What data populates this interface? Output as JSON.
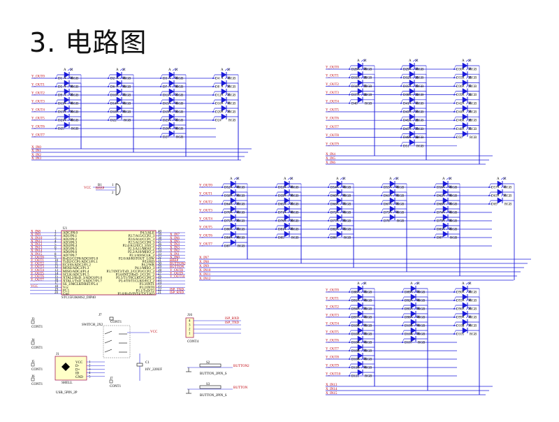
{
  "title": "3. 电路图",
  "diode_grid_1": {
    "rows": [
      "Y_OUT0",
      "Y_OUT1",
      "Y_OUT2",
      "Y_OUT3",
      "Y_OUT4",
      "Y_OUT5",
      "Y_OUT6",
      "Y_OUT7"
    ],
    "row_diodes": [
      [
        "D1",
        "D2",
        "D3",
        "D4"
      ],
      [
        "D5",
        "D6",
        "D7",
        "D8"
      ],
      [
        "D9",
        "D10",
        "D11",
        "D12"
      ],
      [
        "D13",
        "D14",
        "D15",
        "D16"
      ],
      [
        "D17",
        "D18",
        "D19",
        "D20"
      ],
      [
        "D21",
        "D22",
        "D23",
        "D24"
      ],
      [
        "D25",
        "",
        "D26",
        ""
      ],
      [
        "",
        "",
        "D27",
        ""
      ]
    ],
    "buses": [
      "X_IN0",
      "X_IN1",
      "X_IN2",
      "X_IN3"
    ]
  },
  "diode_grid_2": {
    "rows": [
      "Y_OUT0",
      "Y_OUT1",
      "Y_OUT2",
      "Y_OUT3",
      "Y_OUT4",
      "Y_OUT5",
      "Y_OUT6",
      "Y_OUT7",
      "Y_OUT8",
      "Y_OUT9"
    ],
    "row_diodes": [
      [
        "D28",
        "D29",
        "D30"
      ],
      [
        "D31",
        "D32",
        "D33"
      ],
      [
        "D34",
        "D35",
        "D36"
      ],
      [
        "D37",
        "D38",
        "D39"
      ],
      [
        "D40",
        "D41",
        "D42"
      ],
      [
        "",
        "D43",
        "D44"
      ],
      [
        "",
        "D45",
        "D46"
      ],
      [
        "",
        "D47",
        "D48"
      ],
      [
        "",
        "D49",
        "D50"
      ],
      [
        "",
        "D51",
        ""
      ]
    ],
    "buses": [
      "X_IN4",
      "X_IN5",
      "X_IN6"
    ]
  },
  "diode_grid_3": {
    "rows": [
      "Y_OUT0",
      "Y_OUT1",
      "Y_OUT2",
      "Y_OUT3",
      "Y_OUT4",
      "Y_OUT5",
      "Y_OUT6",
      "Y_OUT7"
    ],
    "row_diodes": [
      [
        "D52",
        "D53",
        "D54",
        "D55",
        "D56",
        "D57"
      ],
      [
        "D58",
        "D59",
        "D60",
        "D61",
        "D62",
        "D63"
      ],
      [
        "D64",
        "D65",
        "D66",
        "D67",
        "D68",
        "D69"
      ],
      [
        "D70",
        "D71",
        "D72",
        "D73",
        "D74",
        ""
      ],
      [
        "D75",
        "D76",
        "D77",
        "D78",
        "D79",
        ""
      ],
      [
        "D80",
        "D81",
        "D82",
        "",
        "D83",
        ""
      ],
      [
        "D84",
        "D85",
        "D86",
        "",
        "D87",
        ""
      ],
      [
        "D87",
        "",
        "",
        "",
        "",
        ""
      ]
    ],
    "buses": [
      "X_IN7",
      "X_IN8",
      "X_IN9",
      "X_IN10",
      "X_IN11",
      "X_IN12"
    ]
  },
  "diode_grid_4": {
    "rows": [
      "Y_OUT0",
      "Y_OUT1",
      "Y_OUT2",
      "Y_OUT3",
      "Y_OUT4",
      "Y_OUT5",
      "Y_OUT6",
      "Y_OUT7",
      "Y_OUT8",
      "Y_OUT9",
      "Y_OUT10"
    ],
    "row_diodes": [
      [
        "D88",
        "D89",
        "D90"
      ],
      [
        "D91",
        "D92",
        "D93"
      ],
      [
        "D94",
        "D95",
        "D96"
      ],
      [
        "D97",
        "D98",
        "D99"
      ],
      [
        "D100",
        "D101",
        "D102"
      ],
      [
        "D103",
        "D104",
        "D105"
      ],
      [
        "D106",
        "D107",
        ""
      ],
      [
        "D108",
        "",
        ""
      ],
      [
        "D109",
        "",
        ""
      ],
      [
        "D110",
        "",
        ""
      ],
      [
        "D111",
        "",
        ""
      ]
    ],
    "buses": [
      "X_IN13",
      "X_IN14",
      "X_IN15"
    ]
  },
  "diode_pin_a": "A",
  "diode_pin_k": "K",
  "diode_value": "RGB",
  "mcu": {
    "ref": "U1",
    "part": "STC15F2K60S2_DIP40",
    "left_pins": [
      "ADC/P0.0",
      "AD1/P0.1",
      "AD2/P0.2",
      "AD3/P0.3",
      "AD4/P0.4",
      "AD5/P0.5",
      "AD6/P0.6",
      "AD7/P0.7",
      "RxD2/CCP0/ADC0/P1.0",
      "TxD2/CCP1/ADC1/P1.1",
      "ECI/SS/ADC2/P1.2",
      "MOSI/ADC3/P1.3",
      "MISO/ADC4/P1.4",
      "SCLK/ADC5/P1.5",
      "XTAL2/RxD_3/ADC6/P1.6",
      "XTAL1/TxD_3/ADC7/P1.7",
      "SS_3/MCLK0/RST/P5.4",
      "Vcc",
      "P5.5",
      "Gnd"
    ],
    "left_nums": [
      "1",
      "2",
      "3",
      "4",
      "5",
      "6",
      "7",
      "8",
      "9",
      "10",
      "11",
      "12",
      "13",
      "14",
      "15",
      "16",
      "17",
      "18",
      "19",
      "20"
    ],
    "left_nets": [
      "X_IN8",
      "X_IN9",
      "X_IN10",
      "X_IN11",
      "X_IN12",
      "X_IN13",
      "X_IN14",
      "X_IN15",
      "Y_OUT0",
      "Y_OUT1",
      "Y_OUT2",
      "Y_OUT3",
      "Y_OUT4",
      "Y_OUT5",
      "Y_OUT6",
      "Y_OUT7",
      "",
      "VCC",
      "",
      ""
    ],
    "right_pins": [
      "P4.5/ALE",
      "P2.7/A15/CCP2_3",
      "P2.6/A14/CCP1_3",
      "P2.5/A13/CCP0_3",
      "P2.4/A12/ECI_3/SS_2",
      "P2.3/A11/MOSI_2",
      "P2.2/A10/MISO_2",
      "P2.1/A9/SCLK_2",
      "P2.0/A8/RSTOUT_LOW",
      "P4.4/RD",
      "P4.2/WR",
      "P4.1/MISO_3",
      "P3.7/INT3/TxD_2/CCP3/CCP2_2",
      "P3.6/INT2/RxD_2/CCP1_2",
      "P3.5/T1/T0CLKO/CCP0_2",
      "P3.4/T0/T1CLKO/ECI_2",
      "P3.3/INT1",
      "P3.2/INT0",
      "P3.1/TxD/T2",
      "P3.0/RxD/INT4/T2CLKO"
    ],
    "right_nums": [
      "40",
      "39",
      "38",
      "37",
      "36",
      "35",
      "34",
      "33",
      "32",
      "31",
      "30",
      "29",
      "28",
      "27",
      "26",
      "25",
      "24",
      "23",
      "22",
      "21"
    ],
    "right_nets": [
      "",
      "X_IN7",
      "X_IN6",
      "X_IN5",
      "X_IN4",
      "X_IN3",
      "X_IN2",
      "X_IN1",
      "X_IN0",
      "BEEP",
      "BUTTON2",
      "BUTTON",
      "Y_OUT8",
      "Y_OUT9",
      "Y_OUT10",
      "",
      "",
      "",
      "ISP_TXD",
      "ISP_RXD"
    ]
  },
  "vcc_label": "VCC",
  "beeper": {
    "ref": "B1",
    "net": "BEEP",
    "pin1": "1",
    "pin2": "2"
  },
  "switch": {
    "ref": "SWITCH_2X2",
    "j": "J7",
    "cont": "CONT1",
    "pins": [
      "1",
      "2",
      "3",
      "4",
      "5",
      "6"
    ]
  },
  "capacitor": {
    "ref": "C1",
    "value": "16V_220UF"
  },
  "usb": {
    "ref": "J1",
    "part": "USB_5PIN_2P",
    "pins": [
      "VCC",
      "D-",
      "D+",
      "ID",
      "GND"
    ],
    "nums": [
      "1",
      "2",
      "3",
      "4",
      "5"
    ],
    "shell": "SHELL"
  },
  "isp_header": {
    "ref": "J16",
    "part": "CONT4",
    "pins": [
      "4",
      "3",
      "2",
      "1"
    ],
    "nets": [
      "ISP_RXD",
      "ISP_TXD"
    ]
  },
  "buttons": [
    {
      "ref": "S2",
      "part": "BUTTON_2PIN_S",
      "net": "BUTTON2"
    },
    {
      "ref": "S3",
      "part": "BUTTON_2PIN_S",
      "net": "BUTTON"
    }
  ],
  "conts": [
    {
      "ref": "J3",
      "label": "CONT1"
    },
    {
      "ref": "J4",
      "label": "CONT1"
    },
    {
      "ref": "J5",
      "label": "CONT1"
    },
    {
      "ref": "J6",
      "label": "CONT1"
    },
    {
      "ref": "J7",
      "label": "CONT1"
    }
  ],
  "colors": {
    "wire": "#1a1adb",
    "net": "#c0000a",
    "part": "#000000",
    "body_fill": "#ffffc8",
    "body_stroke": "#9a0049"
  }
}
